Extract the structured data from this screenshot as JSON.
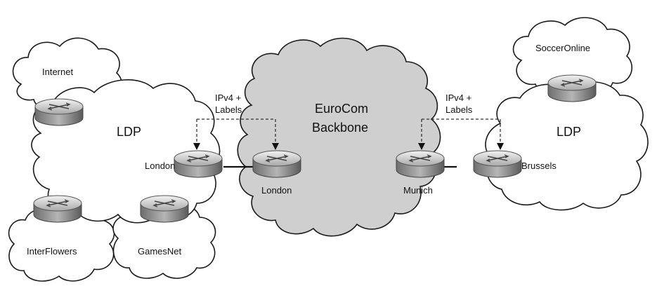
{
  "clouds": {
    "internet": "Internet",
    "interflowers": "InterFlowers",
    "gamesnet": "GamesNet",
    "soccer": "SoccerOnline",
    "backbone_line1": "EuroCom",
    "backbone_line2": "Backbone"
  },
  "regions": {
    "left_ldp": "LDP",
    "right_ldp": "LDP"
  },
  "routers": {
    "london_ce": "London",
    "london_pe": "London",
    "munich_pe": "Munich",
    "brussels_ce": "Brussels"
  },
  "annotations": {
    "left_line1": "IPv4 +",
    "left_line2": "Labels",
    "right_line1": "IPv4 +",
    "right_line2": "Labels"
  }
}
